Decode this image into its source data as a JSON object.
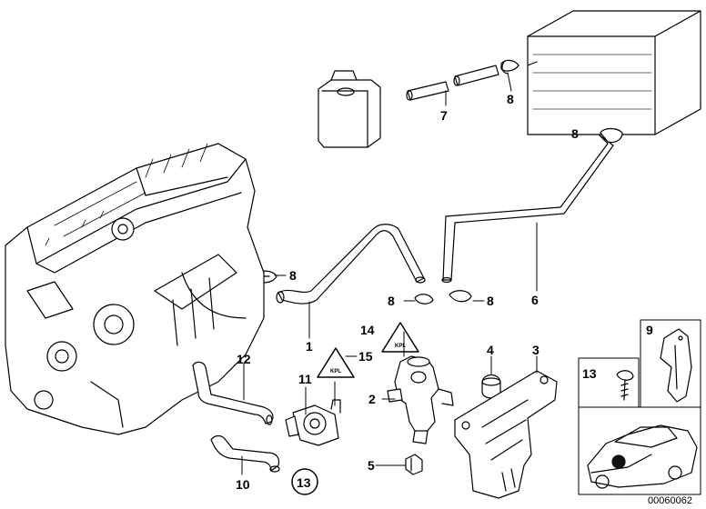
{
  "callouts": {
    "c1": "1",
    "c2": "2",
    "c3": "3",
    "c4": "4",
    "c5": "5",
    "c6": "6",
    "c7": "7",
    "c8a": "8",
    "c8b": "8",
    "c8c": "8",
    "c8d": "8",
    "c8e": "8",
    "c9": "9",
    "c10": "10",
    "c11": "11",
    "c12": "12",
    "c13a": "13",
    "c13b": "13",
    "c14": "14",
    "c15": "15"
  },
  "triangle_marks": {
    "t14": "KPL",
    "t15": "KPL"
  },
  "diagram_id": "00060062",
  "colors": {
    "line": "#000000",
    "fill": "#ffffff",
    "shade": "#d8d8d8",
    "dark": "#222222"
  }
}
